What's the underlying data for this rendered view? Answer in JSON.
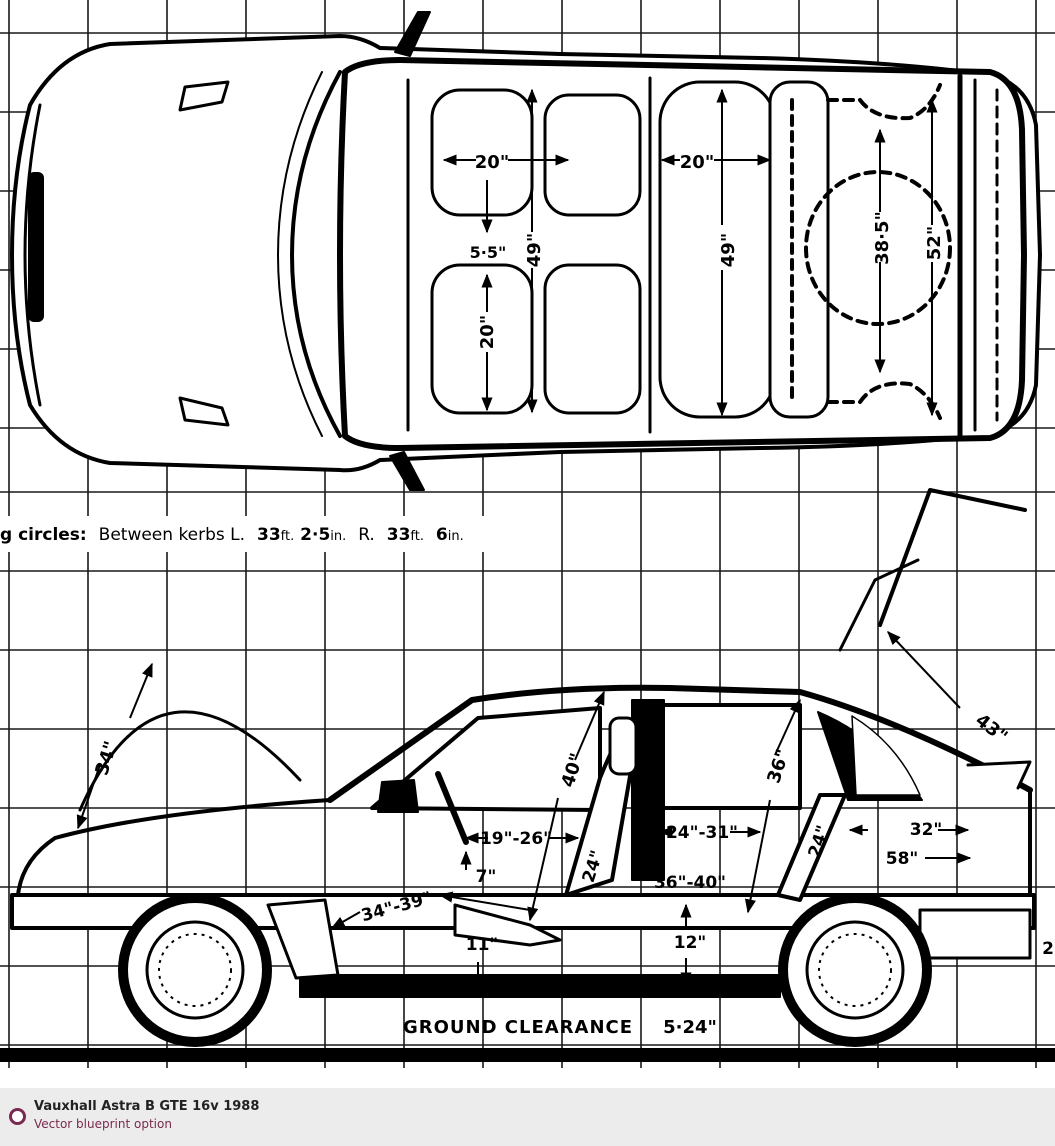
{
  "dimensions": {
    "seat_width_front": "20\"",
    "seat_width_rear": "20\"",
    "seat_depth_front": "20\"",
    "seat_gap": "5·5\"",
    "front_shoulder_width": "49\"",
    "rear_shoulder_width": "49\"",
    "boot_depth": "38·5\"",
    "boot_width": "52\"",
    "bonnet_opening": "34\"",
    "tailgate_opening": "43\"",
    "front_headroom": "40\"",
    "rear_headroom": "36\"",
    "front_legroom": "19\"-26\"",
    "front_knee_room": "24\"-31\"",
    "rear_legroom": "36\"-40\"",
    "pedal_reach": "34\"-39\"",
    "steering_clearance": "7\"",
    "front_seat_height": "11\"",
    "rear_seat_height": "12\"",
    "front_seat_back": "24\"",
    "rear_seat_back": "24\"",
    "boot_length": "32\"",
    "load_length": "58\"",
    "ground_clearance_label": "GROUND CLEARANCE",
    "ground_clearance_value": "5·24\"",
    "edge_mark": "2"
  },
  "turning_circle": {
    "label": "g circles:",
    "between": "Between kerbs L.",
    "left_ft": "33",
    "ft_unit_1": "ft.",
    "left_in": "2·5",
    "in_unit_1": "in.",
    "right_prefix": "R.",
    "right_ft": "33",
    "ft_unit_2": "ft.",
    "right_in": "6",
    "in_unit_2": "in."
  },
  "footer": {
    "title": "Vauxhall Astra B GTE 16v 1988",
    "subtitle": "Vector blueprint option"
  }
}
